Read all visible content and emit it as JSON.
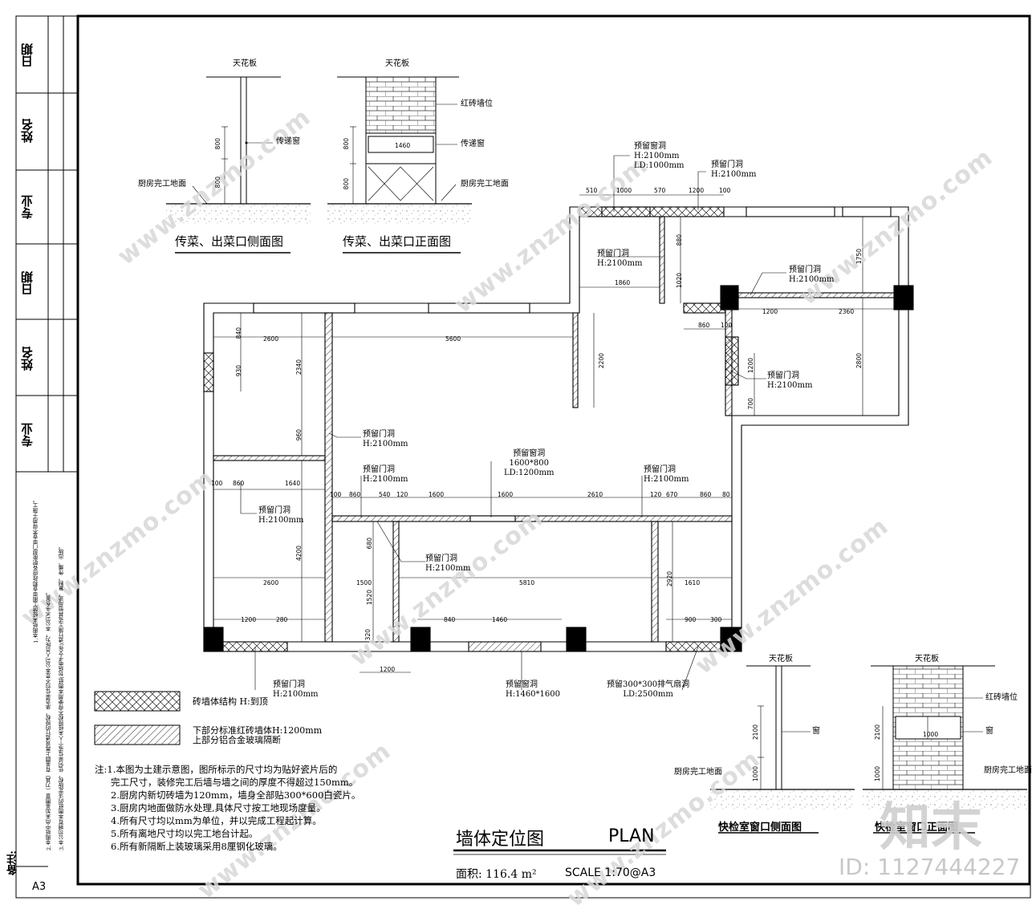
{
  "title_block": {
    "cells": [
      "日期",
      "姓名",
      "专业",
      "日期",
      "姓名",
      "专业"
    ],
    "remarks_label": "备注:",
    "paper": "A3",
    "remarks": [
      "1.本图纸未经施工图审查和政府各职能部门审查不得用于施工。",
      "2.本图纸中尚未加盖图章（刀具）有盖圆上再说进行的授权，承造单位均不是本公司人员所为，本公司不予负责。",
      "3.本公司拥有本图纸的法定版权，任何单位或个人未经授权不得使用本图纸(包括电子文件)进行施工或其他用途，复制、传播、出版。"
    ]
  },
  "side_elevation": {
    "title": "传菜、出菜口侧面图",
    "ceiling": "天花板",
    "window": "传递窗",
    "floor": "厨房完工地面",
    "dims": [
      "800",
      "800"
    ]
  },
  "front_elevation": {
    "title": "传菜、出菜口正面图",
    "ceiling": "天花板",
    "brick": "红砖墙位",
    "window": "传递窗",
    "floor": "厨房完工地面",
    "dims": [
      "800",
      "800",
      "1460"
    ]
  },
  "plan": {
    "labels": {
      "win_top": [
        "预留窗洞",
        "H:2100mm",
        "LD:1000mm"
      ],
      "door_top": [
        "预留门洞",
        "H:2100mm"
      ],
      "door_small": [
        "预留门洞",
        "H:2100mm"
      ],
      "door_right1": [
        "预留门洞",
        "H:2100mm"
      ],
      "door_right2": [
        "预留门洞",
        "H:2100mm"
      ],
      "door_mid": [
        "预留门洞",
        "H:2100mm"
      ],
      "win_mid": [
        "预留窗洞",
        "1600*800",
        "LD:1200mm"
      ],
      "door_c1": [
        "预留门洞",
        "H:2100mm"
      ],
      "door_c2": [
        "预留门洞",
        "H:2100mm"
      ],
      "door_left": [
        "预留门洞",
        "H:2100mm"
      ],
      "door_in": [
        "预留门洞",
        "H:2100mm"
      ],
      "door_bottom": [
        "预留门洞",
        "H:2100mm"
      ],
      "win_bottom": [
        "预留窗洞",
        "H:1460*1600"
      ],
      "fan": [
        "预留300*300排气扇洞",
        "LD:2500mm"
      ]
    },
    "dims": {
      "d510": "510",
      "d1000": "1000",
      "d570": "570",
      "d1200a": "1200",
      "d100a": "100",
      "d880": "880",
      "d1020": "1020",
      "d1860": "1860",
      "d1750": "1750",
      "d1200b": "1200",
      "d2360": "2360",
      "d860a": "860",
      "d100b": "100",
      "d1200c": "1200",
      "d700": "700",
      "d2800": "2800",
      "d840": "840",
      "d2600a": "2600",
      "d5600": "5600",
      "d930": "930",
      "d2340": "2340",
      "d2200": "2200",
      "d960": "960",
      "d100c": "100",
      "d860b": "860",
      "d1640": "1640",
      "d100d": "100",
      "d860c": "860",
      "d540": "540",
      "d120a": "120",
      "d1600a": "1600",
      "d1600b": "1600",
      "d2610": "2610",
      "d120b": "120",
      "d670": "670",
      "d860d": "860",
      "d80": "80",
      "d4200": "4200",
      "d680": "680",
      "d1500": "1500",
      "d1520": "1520",
      "d2920": "2920",
      "d2600b": "2600",
      "d5810": "5810",
      "d1610": "1610",
      "d1200d": "1200",
      "d280": "280",
      "d840b": "840",
      "d1460": "1460",
      "d900": "900",
      "d300": "300",
      "d320": "320",
      "d1200e": "1200"
    }
  },
  "legend": {
    "brick": "砖墙体结构 H:到顶",
    "partition_1": "下部分标准红砖墙体H:1200mm",
    "partition_2": "上部分铝合金玻璃隔断"
  },
  "notes": [
    "注:1.本图为土建示意图，图所标示的尺寸均为贴好瓷片后的",
    "完工尺寸，装修完工后墙与墙之间的厚度不得超过150mm。",
    "2.厨房内新切砖墙为120mm，墙身全部贴300*600白瓷片。",
    "3.厨房内地面做防水处理,具体尺寸按工地现场度量。",
    "4.所有尺寸均以mm为单位，并以完成工程起计算。",
    "5.所有离地尺寸均以完工地台计起。",
    "6.所有新隔断上装玻璃采用8厘钢化玻璃。"
  ],
  "drawing_title": {
    "name": "墙体定位图",
    "plan": "PLAN",
    "area_label": "面积: 116.4 m²",
    "scale": "SCALE  1:70@A3"
  },
  "qc_side": {
    "title": "快检室窗口侧面图",
    "ceiling": "天花板",
    "window": "窗",
    "floor": "厨房完工地面",
    "dims": [
      "2100",
      "1000"
    ]
  },
  "qc_front": {
    "title": "快检室窗口正面图",
    "ceiling": "天花板",
    "brick": "红砖墙位",
    "window": "窗",
    "floor": "厨房完工地面",
    "dims": [
      "2100",
      "1000",
      "1000"
    ]
  },
  "watermark": {
    "text": "www.znzmo.com",
    "logo": "知末",
    "id": "ID: 1127444227"
  }
}
